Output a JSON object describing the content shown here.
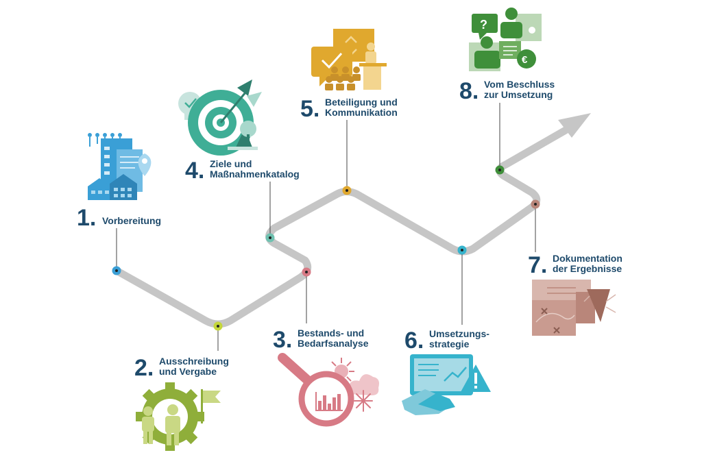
{
  "steps": [
    {
      "number": "1.",
      "line1": "Vorbereitung",
      "line2": "",
      "color": "#3a9fd6"
    },
    {
      "number": "2.",
      "line1": "Ausschreibung",
      "line2": "und Vergabe",
      "color": "#a8c23a"
    },
    {
      "number": "3.",
      "line1": "Bestands- und",
      "line2": "Bedarfsanalyse",
      "color": "#d77a85"
    },
    {
      "number": "4.",
      "line1": "Ziele und",
      "line2": "Maßnahmenkatalog",
      "color": "#3fae96"
    },
    {
      "number": "5.",
      "line1": "Beteiligung und",
      "line2": "Kommunikation",
      "color": "#e0a82e"
    },
    {
      "number": "6.",
      "line1": "Umsetzungs-",
      "line2": "strategie",
      "color": "#36b3cc"
    },
    {
      "number": "7.",
      "line1": "Dokumentation",
      "line2": "der Ergebnisse",
      "color": "#b9867a"
    },
    {
      "number": "8.",
      "line1": "Vom Beschluss",
      "line2": "zur Umsetzung",
      "color": "#3f8f3a"
    }
  ],
  "icons": [
    "building-rain-icon",
    "gear-people-icon",
    "magnifier-climate-icon",
    "target-arrow-icon",
    "presentation-audience-icon",
    "tablet-handshake-icon",
    "documents-map-icon",
    "people-speech-euro-icon"
  ],
  "colors": {
    "path": "#c6c6c6",
    "text": "#1e4a6b"
  }
}
